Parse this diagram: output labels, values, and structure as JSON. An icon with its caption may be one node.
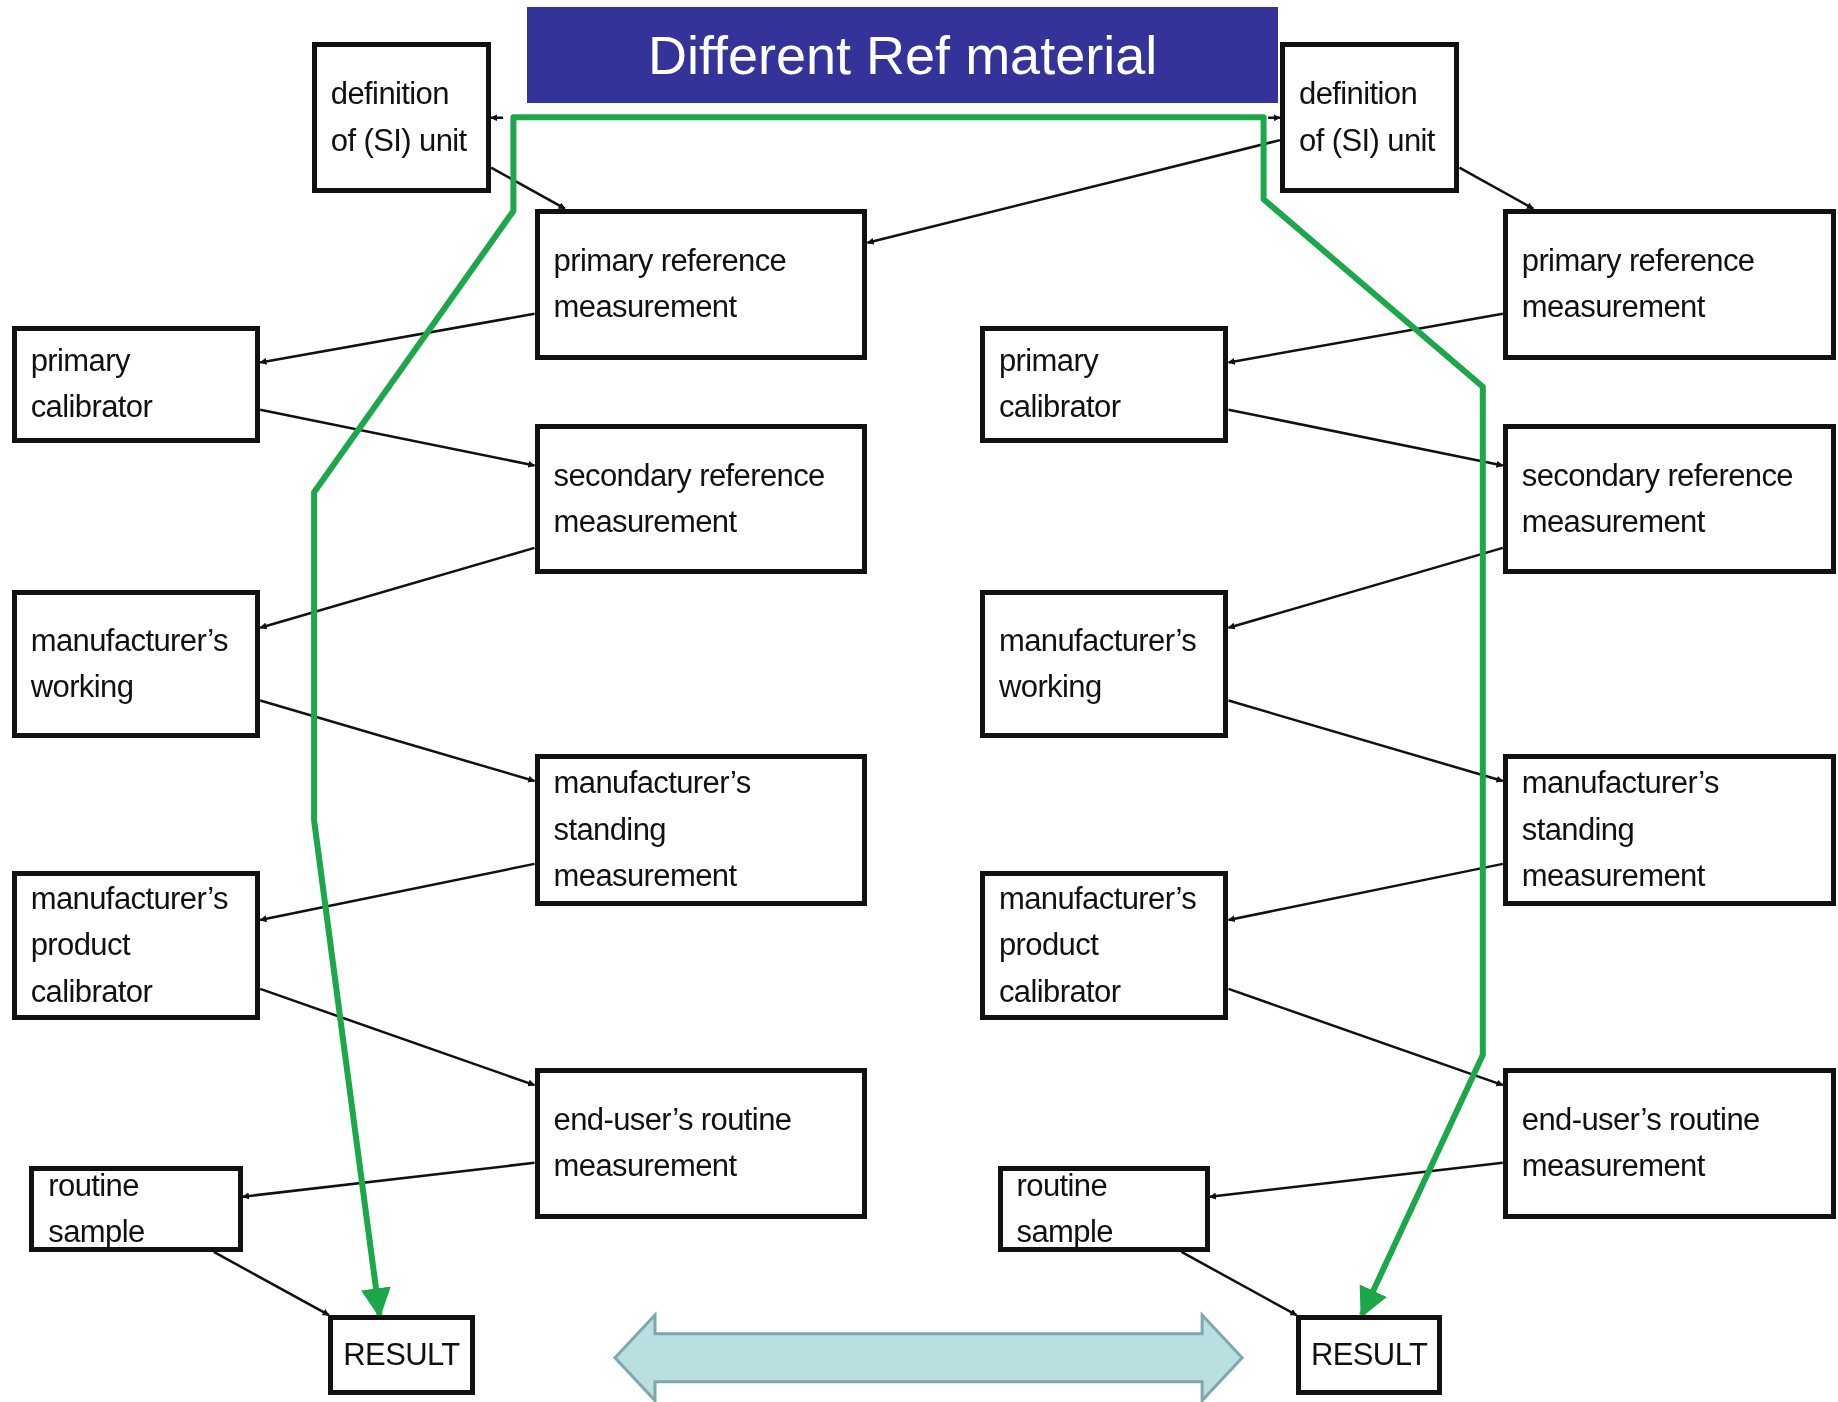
{
  "diagram": {
    "title": "Different Ref material",
    "nodes": [
      {
        "text": [
          "definition of (SI) unit"
        ]
      },
      {
        "text": [
          "primary reference measurement"
        ]
      },
      {
        "text": [
          "primary calibrator"
        ]
      },
      {
        "text": [
          "secondary reference measurement"
        ]
      },
      {
        "text": [
          "manufacturer’s working"
        ]
      },
      {
        "text": [
          "manufacturer’s standing measurement"
        ]
      },
      {
        "text": [
          "manufacturer’s product calibrator"
        ]
      },
      {
        "text": [
          "end-user’s routine measurement"
        ]
      },
      {
        "text": [
          "routine sample"
        ]
      },
      {
        "text": [
          "RESULT"
        ]
      },
      {
        "text": [
          "definition of (SI) unit"
        ]
      },
      {
        "text": [
          "primary reference measurement"
        ]
      },
      {
        "text": [
          "primary calibrator"
        ]
      },
      {
        "text": [
          "secondary reference measurement"
        ]
      },
      {
        "text": [
          "manufacturer’s working"
        ]
      },
      {
        "text": [
          "manufacturer’s standing measurement"
        ]
      },
      {
        "text": [
          "manufacturer’s product calibrator"
        ]
      },
      {
        "text": [
          "end-user’s routine measurement"
        ]
      },
      {
        "text": [
          "routine sample"
        ]
      },
      {
        "text": [
          "RESULT"
        ]
      },
      {
        "text": [],
        "shape": "arrow"
      }
    ],
    "edges": [
      {
        "from": 0,
        "to": 1,
        "arrow": "to"
      },
      {
        "from": 1,
        "to": 2,
        "arrow": "to"
      },
      {
        "from": 2,
        "to": 3,
        "arrow": "to"
      },
      {
        "from": 3,
        "to": 4,
        "arrow": "to"
      },
      {
        "from": 4,
        "to": 5,
        "arrow": "to"
      },
      {
        "from": 5,
        "to": 6,
        "arrow": "to"
      },
      {
        "from": 6,
        "to": 7,
        "arrow": "to"
      },
      {
        "from": 7,
        "to": 8,
        "arrow": "to"
      },
      {
        "from": 8,
        "to": 9,
        "arrow": "to"
      },
      {
        "from": 10,
        "to": 11,
        "arrow": "to"
      },
      {
        "from": 11,
        "to": 12,
        "arrow": "to"
      },
      {
        "from": 12,
        "to": 13,
        "arrow": "to"
      },
      {
        "from": 13,
        "to": 14,
        "arrow": "to"
      },
      {
        "from": 14,
        "to": 15,
        "arrow": "to"
      },
      {
        "from": 15,
        "to": 16,
        "arrow": "to"
      },
      {
        "from": 16,
        "to": 17,
        "arrow": "to"
      },
      {
        "from": 17,
        "to": 18,
        "arrow": "to"
      },
      {
        "from": 18,
        "to": 19,
        "arrow": "to"
      },
      {
        "from": 0,
        "to": 10,
        "arrow": "both",
        "style": "dashed"
      },
      {
        "from": 10,
        "to": 1,
        "arrow": "to"
      },
      {
        "from": 9,
        "to": 19,
        "arrow": "both",
        "style": "thick",
        "color": "#1ca84a"
      }
    ]
  }
}
